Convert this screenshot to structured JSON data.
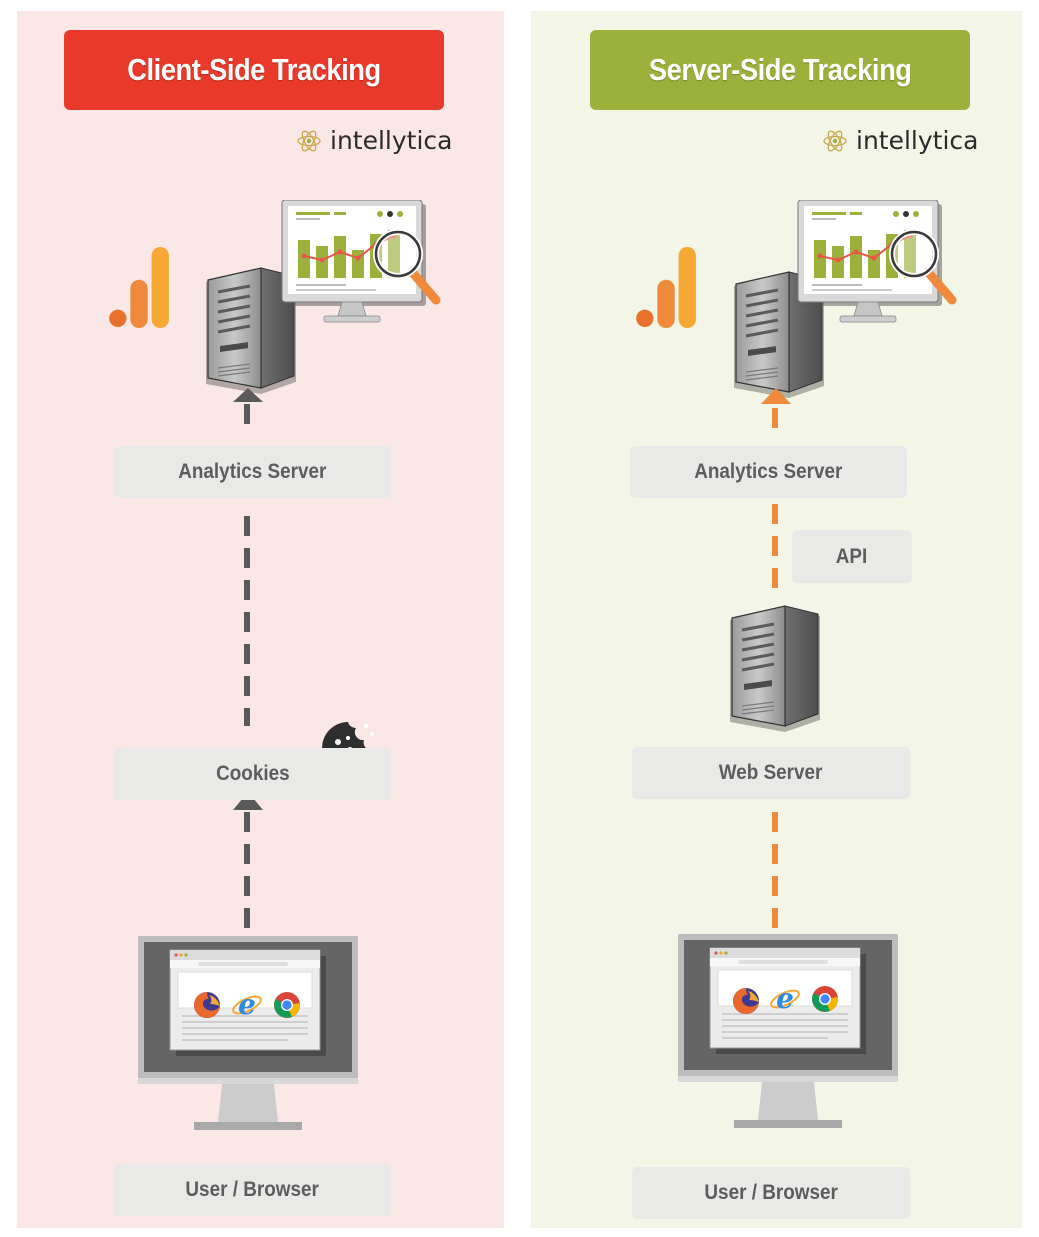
{
  "brand_name": "intellytica",
  "client_panel": {
    "title": "Client-Side Tracking",
    "title_color": "#e8392a",
    "accent": "#5a5a5a",
    "labels": {
      "analytics_server": "Analytics Server",
      "cookies": "Cookies",
      "user_browser": "User / Browser"
    }
  },
  "server_panel": {
    "title": "Server-Side Tracking",
    "title_color": "#9cb13b",
    "accent": "#ef8a3d",
    "labels": {
      "analytics_server": "Analytics Server",
      "api": "API",
      "web_server": "Web Server",
      "user_browser": "User / Browser"
    }
  },
  "icons": [
    "analytics-logo-icon",
    "server-tower-icon",
    "dashboard-monitor-icon",
    "magnifier-icon",
    "cookie-icon",
    "desktop-computer-icon",
    "firefox-icon",
    "internet-explorer-icon",
    "chrome-icon",
    "brand-atom-icon"
  ]
}
